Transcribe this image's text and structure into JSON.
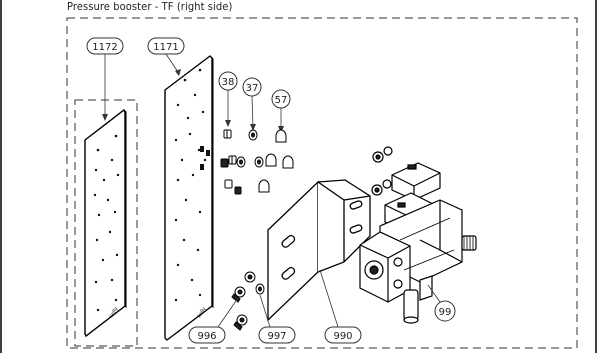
{
  "diagram": {
    "title": "Pressure booster - TF (right side)",
    "callouts": {
      "c1172": "1172",
      "c1171": "1171",
      "c38": "38",
      "c37": "37",
      "c57": "57",
      "c996": "996",
      "c997": "997",
      "c990": "990",
      "c99": "99"
    },
    "plate_logo": "kelly"
  }
}
